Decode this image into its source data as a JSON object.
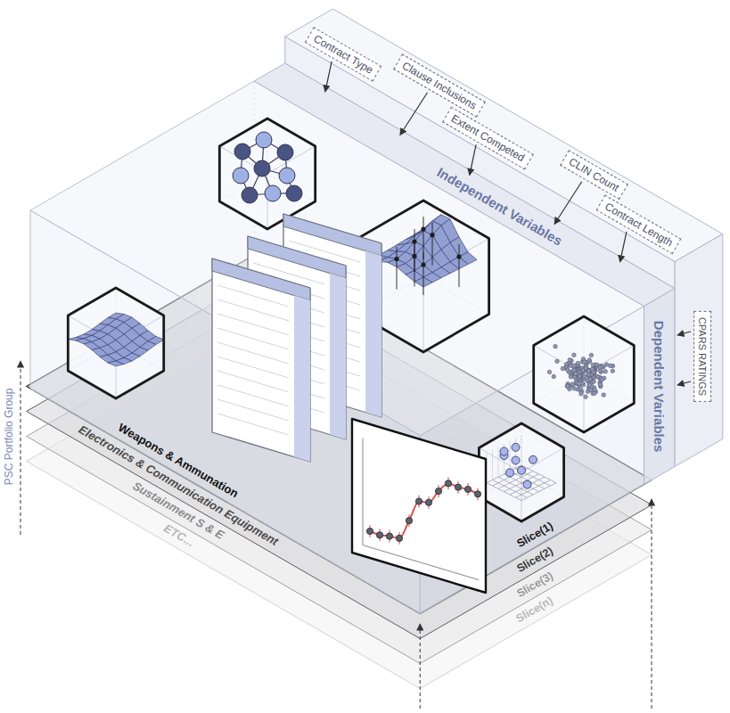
{
  "diagram": {
    "nodes": [
      {
        "text": [
          "Contract Type"
        ]
      },
      {
        "text": [
          "Clause Inclusions"
        ]
      },
      {
        "text": [
          "Extent Competed"
        ]
      },
      {
        "text": [
          "CLIN Count"
        ]
      },
      {
        "text": [
          "Contract Length"
        ]
      },
      {
        "text": [
          "CPARS RATINGS"
        ]
      }
    ],
    "labels": [
      "Independent Variables",
      "Dependent Variables",
      "PSC Portfolio Group",
      "Weapons & Ammunation",
      "Electronics & Communication Equipment",
      "Sustainment S & E",
      "ETC...",
      "Slice(1)",
      "Slice(2)",
      "Slice(3)",
      "Slice(n)"
    ]
  }
}
